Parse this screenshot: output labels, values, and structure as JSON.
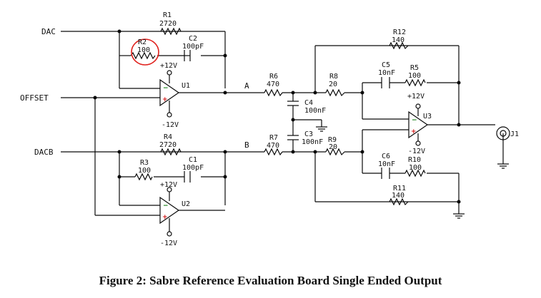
{
  "nets": {
    "dac": "DAC",
    "offset": "OFFSET",
    "dacb": "DACB",
    "a": "A",
    "b": "B"
  },
  "components": {
    "r1": {
      "ref": "R1",
      "value": "2720"
    },
    "r2": {
      "ref": "R2",
      "value": "100"
    },
    "c2": {
      "ref": "C2",
      "value": "100pF"
    },
    "u1": {
      "ref": "U1"
    },
    "r6": {
      "ref": "R6",
      "value": "470"
    },
    "r8": {
      "ref": "R8",
      "value": "20"
    },
    "c4": {
      "ref": "C4",
      "value": "100nF"
    },
    "c3": {
      "ref": "C3",
      "value": "100nF"
    },
    "r12": {
      "ref": "R12",
      "value": "140"
    },
    "c5": {
      "ref": "C5",
      "value": "10nF"
    },
    "r5": {
      "ref": "R5",
      "value": "100"
    },
    "u3": {
      "ref": "U3"
    },
    "j1": {
      "ref": "J1"
    },
    "r4": {
      "ref": "R4",
      "value": "2720"
    },
    "r3": {
      "ref": "R3",
      "value": "100"
    },
    "c1": {
      "ref": "C1",
      "value": "100pF"
    },
    "u2": {
      "ref": "U2"
    },
    "r7": {
      "ref": "R7",
      "value": "470"
    },
    "r9": {
      "ref": "R9",
      "value": "20"
    },
    "c6": {
      "ref": "C6",
      "value": "10nF"
    },
    "r10": {
      "ref": "R10",
      "value": "100"
    },
    "r11": {
      "ref": "R11",
      "value": "140"
    }
  },
  "supplies": {
    "u1_pos": "+12V",
    "u1_neg": "-12V",
    "u2_pos": "+12V",
    "u2_neg": "-12V",
    "u3_pos": "+12V",
    "u3_neg": "-12V"
  },
  "highlight_color": "#e0201c",
  "caption": "Figure 2: Sabre Reference Evaluation Board Single Ended Output"
}
